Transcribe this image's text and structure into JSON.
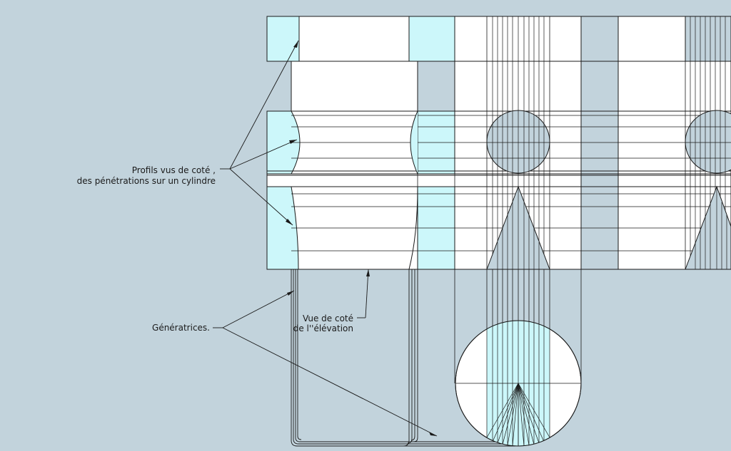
{
  "colors": {
    "background": "#c2d3dc",
    "face": "#ffffff",
    "accent": "#ccf7fa",
    "line": "#1a1a1a"
  },
  "annotations": {
    "profils_line1": "Profils vus de coté ,",
    "profils_line2": "des pénétrations sur un cylindre",
    "generatrices": "Génératrices.",
    "vue_line1": "Vue de coté",
    "vue_line2": "de l''élévation"
  }
}
